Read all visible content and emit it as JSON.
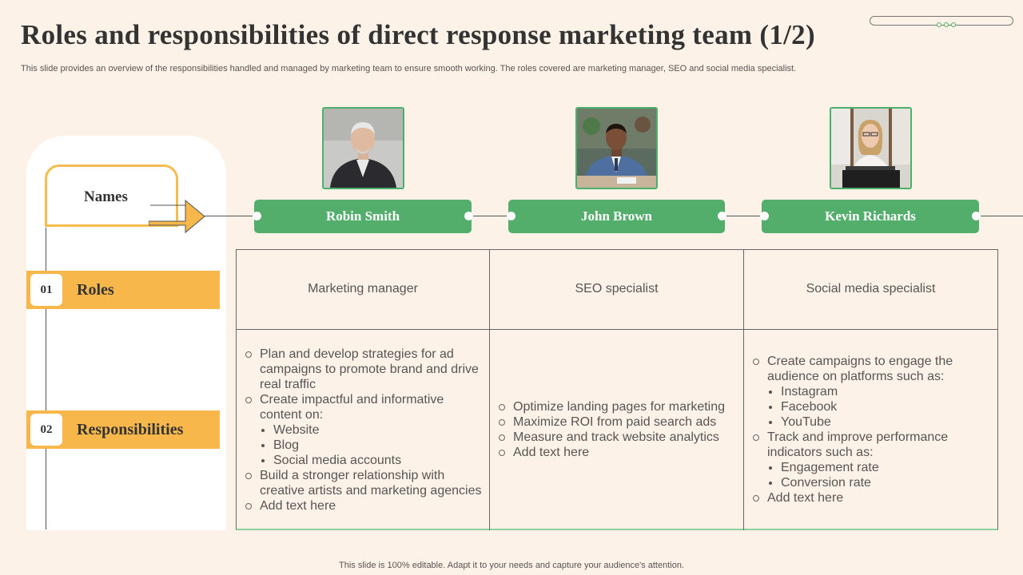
{
  "title": "Roles and responsibilities of direct response marketing team (1/2)",
  "subtitle": "This slide provides an overview of the responsibilities handled and managed by marketing team to ensure smooth working. The roles covered are marketing manager, SEO and social media specialist.",
  "sidebar": {
    "names_label": "Names",
    "rows": [
      {
        "number": "01",
        "label": "Roles"
      },
      {
        "number": "02",
        "label": "Responsibilities"
      }
    ]
  },
  "members": [
    {
      "name": "Robin Smith",
      "role": "Marketing manager",
      "responsibilities": [
        {
          "text": "Plan and develop strategies for ad campaigns to promote brand and drive real traffic",
          "sub": []
        },
        {
          "text": "Create impactful and informative content on:",
          "sub": [
            "Website",
            "Blog",
            "Social media accounts"
          ]
        },
        {
          "text": "Build a stronger relationship with creative artists and marketing agencies",
          "sub": []
        },
        {
          "text": "Add text here",
          "sub": []
        }
      ]
    },
    {
      "name": "John Brown",
      "role": "SEO specialist",
      "responsibilities": [
        {
          "text": "Optimize landing pages for marketing",
          "sub": []
        },
        {
          "text": "Maximize ROI from paid search ads",
          "sub": []
        },
        {
          "text": "Measure and track website analytics",
          "sub": []
        },
        {
          "text": "Add text here",
          "sub": []
        }
      ]
    },
    {
      "name": "Kevin Richards",
      "role": "Social media specialist",
      "responsibilities": [
        {
          "text": "Create campaigns to engage the audience on platforms such as:",
          "sub": [
            "Instagram",
            "Facebook",
            "YouTube"
          ]
        },
        {
          "text": "Track and improve performance indicators such as:",
          "sub": [
            "Engagement rate",
            "Conversion rate"
          ]
        },
        {
          "text": "Add text here",
          "sub": []
        }
      ]
    }
  ],
  "footer": "This slide is 100% editable. Adapt it to your needs and capture your audience's attention.",
  "colors": {
    "accent_green": "#53ae6c",
    "accent_orange": "#f8b74a",
    "background": "#fdf2e7"
  }
}
